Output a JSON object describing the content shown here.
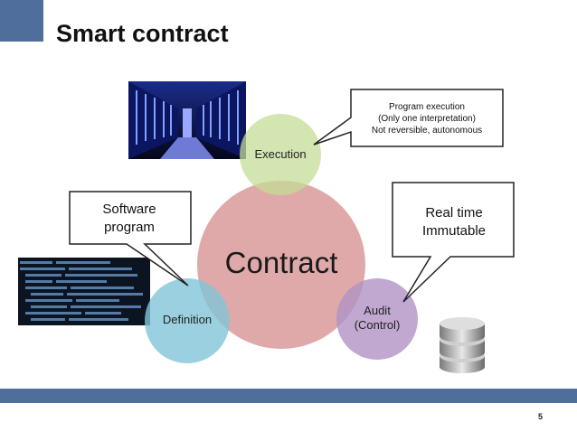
{
  "slide": {
    "title": "Smart contract",
    "page_number": "5"
  },
  "diagram": {
    "center": "Contract",
    "execution": "Execution",
    "definition": "Definition",
    "audit_line1": "Audit",
    "audit_line2": "(Control)"
  },
  "callouts": {
    "execution": [
      "Program execution",
      "(Only one interpretation)",
      "Not reversible, autonomous"
    ],
    "definition": [
      "Software",
      "program"
    ],
    "audit": [
      "Real time",
      "Immutable"
    ]
  },
  "colors": {
    "accent": "#4f6e9b",
    "contract": "#d68c8c",
    "execution": "#c4dc96",
    "definition": "#82c4d8",
    "audit": "#b092c4"
  },
  "images": {
    "server": "server-room-image",
    "code": "code-screen-image",
    "database": "database-icon"
  }
}
